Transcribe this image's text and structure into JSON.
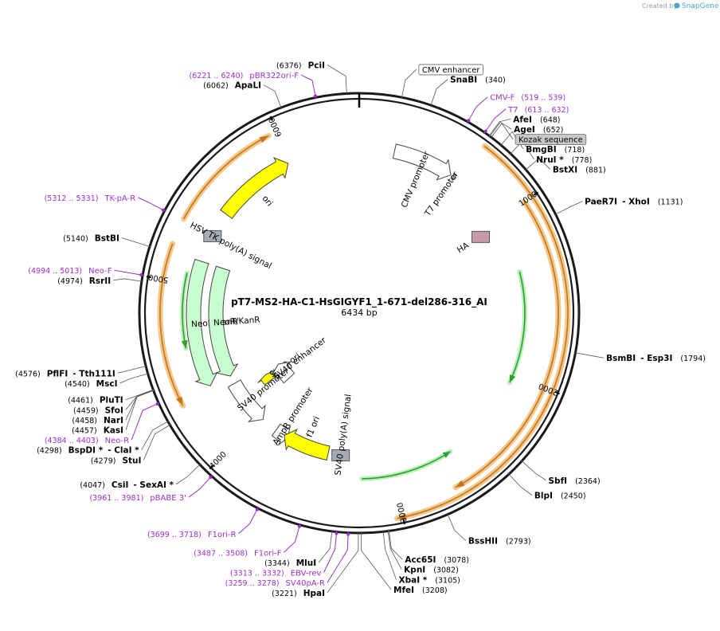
{
  "credit": {
    "prefix": "Created by",
    "brand": "SnapGene"
  },
  "plasmid": {
    "name": "pT7-MS2-HA-C1-HsGIGYF1_1-671-del286-316_AI",
    "size_label": "6434 bp",
    "length": 6434
  },
  "colors": {
    "backbone": "#1a1a1a",
    "primer": "#9b30c8",
    "orf_orange": "#f2c98a",
    "orf_stroke": "#c8741b",
    "green_arrow": "#2f9e2f",
    "resistance_fill": "#c9ffd0",
    "ori_fill": "#ffff00",
    "promoter_fill": "#ffffff",
    "polyA_fill": "#a6abb4",
    "ha_fill": "#c79aa8"
  },
  "ticks": [
    {
      "label": "1000",
      "pos": 1000
    },
    {
      "label": "2000",
      "pos": 2000
    },
    {
      "label": "3000",
      "pos": 3000
    },
    {
      "label": "4000",
      "pos": 4000
    },
    {
      "label": "5000",
      "pos": 5000
    },
    {
      "label": "6000",
      "pos": 6000
    }
  ],
  "enzymes": [
    {
      "name": "PciI",
      "position": "(6376)",
      "site": 6376
    },
    {
      "name": "ApaLI",
      "position": "(6062)",
      "site": 6062
    },
    {
      "name": "SnaBI",
      "position": "(340)",
      "site": 340
    },
    {
      "name": "AfeI",
      "position": "(648)",
      "site": 648
    },
    {
      "name": "AgeI",
      "position": "(652)",
      "site": 652
    },
    {
      "name": "BmgBI",
      "position": "(718)",
      "site": 718
    },
    {
      "name": "NruI *",
      "position": "(778)",
      "site": 778
    },
    {
      "name": "BstXI",
      "position": "(881)",
      "site": 881
    },
    {
      "name": "PaeR7I",
      "extra": "- XhoI",
      "position": "(1131)",
      "site": 1131
    },
    {
      "name": "BsmBI",
      "extra": "- Esp3I",
      "position": "(1794)",
      "site": 1794
    },
    {
      "name": "SbfI",
      "position": "(2364)",
      "site": 2364
    },
    {
      "name": "BlpI",
      "position": "(2450)",
      "site": 2450
    },
    {
      "name": "BssHII",
      "position": "(2793)",
      "site": 2793
    },
    {
      "name": "Acc65I",
      "position": "(3078)",
      "site": 3078
    },
    {
      "name": "KpnI",
      "position": "(3082)",
      "site": 3082
    },
    {
      "name": "XbaI *",
      "position": "(3105)",
      "site": 3105
    },
    {
      "name": "MfeI",
      "position": "(3208)",
      "site": 3208
    },
    {
      "name": "HpaI",
      "position": "(3221)",
      "site": 3221
    },
    {
      "name": "MluI",
      "position": "(3344)",
      "site": 3344
    },
    {
      "name": "CsiI",
      "extra": "- SexAI *",
      "position": "(4047)",
      "site": 4047
    },
    {
      "name": "StuI",
      "position": "(4279)",
      "site": 4279
    },
    {
      "name": "BspDI *",
      "extra": "- ClaI *",
      "position": "(4298)",
      "site": 4298
    },
    {
      "name": "KasI",
      "position": "(4457)",
      "site": 4457
    },
    {
      "name": "NarI",
      "position": "(4458)",
      "site": 4458
    },
    {
      "name": "SfoI",
      "position": "(4459)",
      "site": 4459
    },
    {
      "name": "PluTI",
      "position": "(4461)",
      "site": 4461
    },
    {
      "name": "MscI",
      "position": "(4540)",
      "site": 4540
    },
    {
      "name": "PflFI",
      "extra": "- Tth111I",
      "position": "(4576)",
      "site": 4576
    },
    {
      "name": "RsrII",
      "position": "(4974)",
      "site": 4974
    },
    {
      "name": "BstBI",
      "position": "(5140)",
      "site": 5140
    }
  ],
  "primers": [
    {
      "name": "pBR322ori-F",
      "range": "(6221 .. 6240)",
      "site": 6230
    },
    {
      "name": "CMV-F",
      "range": "(519 .. 539)",
      "site": 529
    },
    {
      "name": "T7",
      "range": "(613 .. 632)",
      "site": 622
    },
    {
      "name": "TK-pA-R",
      "range": "(5312 .. 5331)",
      "site": 5321
    },
    {
      "name": "Neo-F",
      "range": "(4994 .. 5013)",
      "site": 5003
    },
    {
      "name": "Neo-R",
      "range": "(4384 .. 4403)",
      "site": 4393
    },
    {
      "name": "pBABE 3'",
      "range": "(3961 .. 3981)",
      "site": 3971
    },
    {
      "name": "F1ori-R",
      "range": "(3699 .. 3718)",
      "site": 3708
    },
    {
      "name": "F1ori-F",
      "range": "(3487 .. 3508)",
      "site": 3497
    },
    {
      "name": "EBV-rev",
      "range": "(3313 .. 3332)",
      "site": 3322
    },
    {
      "name": "SV40pA-R",
      "range": "(3259 .. 3278)",
      "site": 3268
    }
  ],
  "boxed_features": [
    {
      "name": "CMV enhancer",
      "style": "white",
      "site": 200
    },
    {
      "name": "Kozak sequence",
      "style": "gray",
      "site": 660
    }
  ],
  "features": [
    {
      "name": "ori",
      "start": 5480,
      "end": 5980,
      "ring": 2,
      "type": "ori",
      "dir": 1
    },
    {
      "name": "CMV promoter",
      "start": 220,
      "end": 600,
      "ring": 2,
      "type": "promoter",
      "dir": 1
    },
    {
      "name": "T7 promoter",
      "start": 612,
      "end": 630,
      "ring": 2,
      "type": "promoter",
      "dir": 1
    },
    {
      "name": "HA",
      "start": 1010,
      "end": 1060,
      "ring": 3,
      "type": "ha",
      "dir": 1
    },
    {
      "name": "HSV TK poly(A) signal",
      "start": 5295,
      "end": 5345,
      "ring": 2,
      "type": "polyA",
      "dir": 1
    },
    {
      "name": "NeoR/KanR",
      "start": 4360,
      "end": 5150,
      "ring": 2,
      "type": "resistance",
      "dir": -1
    },
    {
      "name": "NeoR/KanR",
      "start": 4360,
      "end": 5150,
      "ring": 3,
      "type": "resistance",
      "dir": -1
    },
    {
      "name": "SV40 ori",
      "start": 4160,
      "end": 4230,
      "ring": 4,
      "type": "ori",
      "dir": 1
    },
    {
      "name": "SV40 enhancer",
      "start": 4060,
      "end": 4250,
      "ring": 5,
      "type": "promoter",
      "dir": 1
    },
    {
      "name": "SV40 promoter",
      "start": 3970,
      "end": 4300,
      "ring": 3,
      "type": "promoter",
      "dir": -1
    },
    {
      "name": "AmpR promoter",
      "start": 3750,
      "end": 3850,
      "ring": 3,
      "type": "promoter",
      "dir": -1
    },
    {
      "name": "f1 ori",
      "start": 3440,
      "end": 3780,
      "ring": 3,
      "type": "ori",
      "dir": 1
    },
    {
      "name": "SV40 poly(A) signal",
      "start": 3290,
      "end": 3410,
      "ring": 3,
      "type": "polyA",
      "dir": 1
    }
  ],
  "orfs": [
    {
      "start": 660,
      "end": 3030,
      "dir": 1,
      "ring": 0.5
    },
    {
      "start": 1000,
      "end": 2700,
      "dir": 1,
      "ring": 1
    },
    {
      "start": 4330,
      "end": 5190,
      "dir": -1,
      "ring": 1
    },
    {
      "start": 5330,
      "end": 5950,
      "dir": 1,
      "ring": 1
    }
  ],
  "green_arrows": [
    {
      "start": 1350,
      "end": 2050,
      "dir": 1,
      "ring": 2
    },
    {
      "start": 2620,
      "end": 3200,
      "dir": -1,
      "ring": 2
    },
    {
      "start": 4620,
      "end": 5060,
      "dir": -1,
      "ring": 1.6
    }
  ]
}
